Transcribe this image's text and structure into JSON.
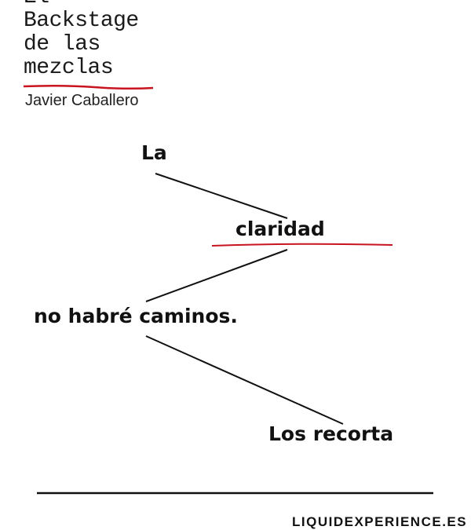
{
  "header": {
    "title_lines": [
      "El",
      "Backstage",
      "de las",
      "mezclas"
    ],
    "author": "Javier Caballero"
  },
  "diagram": {
    "words": [
      "La",
      "claridad",
      "no habré caminos.",
      "Los recorta"
    ]
  },
  "footer": {
    "site": "LIQUIDEXPERIENCE.ES"
  },
  "colors": {
    "accent": "#c8141e",
    "ink": "#111111"
  }
}
